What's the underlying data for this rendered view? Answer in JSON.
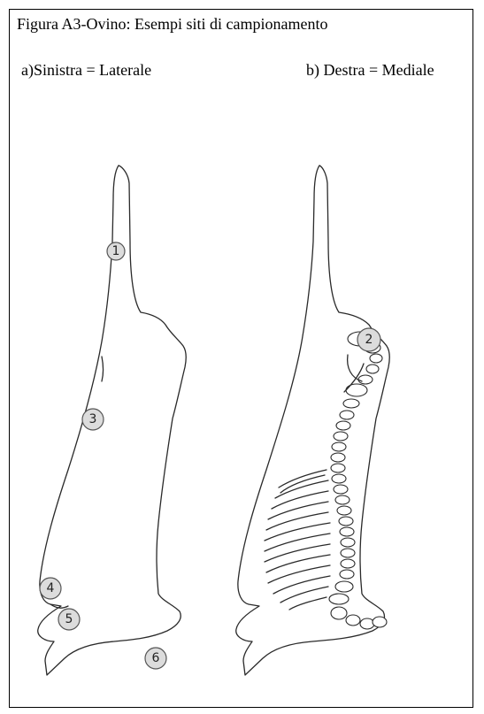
{
  "figure": {
    "title": "Figura A3-Ovino: Esempi siti di campionamento",
    "left_label": "a)Sinistra = Laterale",
    "right_label": "b) Destra = Mediale"
  },
  "markers": {
    "m1": "1",
    "m2": "2",
    "m3": "3",
    "m4": "4",
    "m5": "5",
    "m6": "6"
  }
}
